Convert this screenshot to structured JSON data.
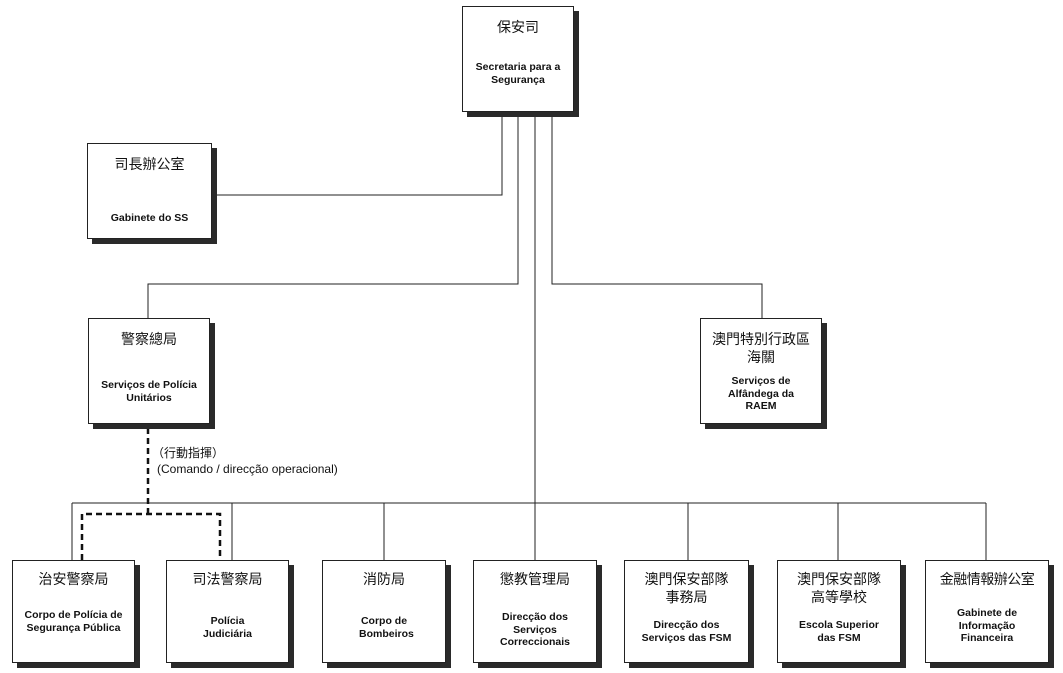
{
  "root": {
    "zh": "保安司",
    "pt": "Secretaria para a Segurança"
  },
  "office": {
    "zh": "司長辦公室",
    "pt": "Gabinete do SS"
  },
  "police": {
    "zh": "警察總局",
    "pt": "Serviços de Polícia Unitários"
  },
  "customs": {
    "zh": "澳門特別行政區海關",
    "pt": "Serviços de Alfândega da RAEM"
  },
  "command_note": {
    "zh": "（行動指揮）",
    "pt": "(Comando / direcção operacional)"
  },
  "units": [
    {
      "zh": "治安警察局",
      "pt": "Corpo de Polícia de Segurança Pública"
    },
    {
      "zh": "司法警察局",
      "pt": "Polícia Judiciária"
    },
    {
      "zh": "消防局",
      "pt": "Corpo de Bombeiros"
    },
    {
      "zh": "懲教管理局",
      "pt": "Direcção dos Serviços Correccionais"
    },
    {
      "zh": "澳門保安部隊事務局",
      "pt": "Direcção dos Serviços das FSM"
    },
    {
      "zh": "澳門保安部隊高等學校",
      "pt": "Escola Superior das FSM"
    },
    {
      "zh": "金融情報辦公室",
      "pt": "Gabinete de Informação Financeira"
    }
  ]
}
